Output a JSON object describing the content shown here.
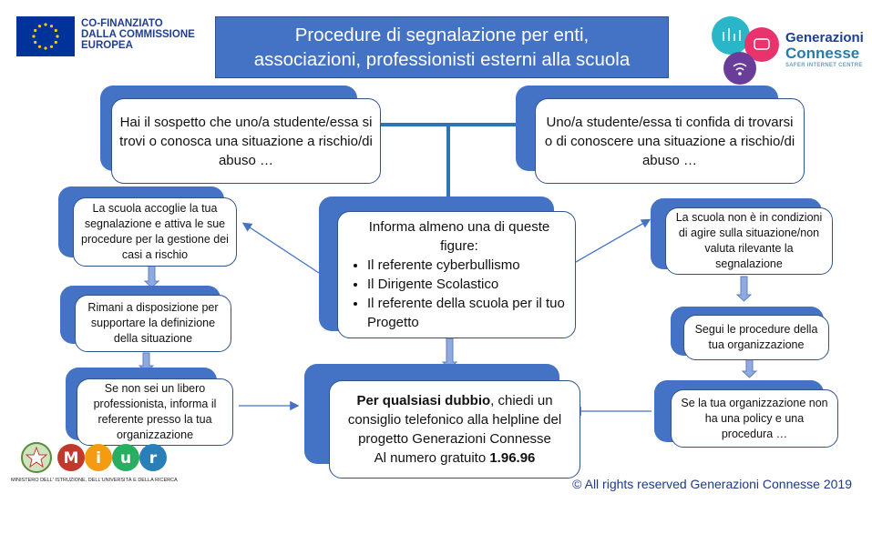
{
  "eu": {
    "lines": [
      "CO-FINANZIATO",
      "DALLA COMMISSIONE",
      "EUROPEA"
    ]
  },
  "title": {
    "line1": "Procedure di segnalazione per enti,",
    "line2": "associazioni, professionisti esterni alla scuola"
  },
  "logo": {
    "line1": "Generazioni",
    "line2": "Connesse",
    "line3": "SAFER INTERNET CENTRE"
  },
  "top_left": "Hai il sospetto che uno/a studente/essa si trovi o conosca una situazione a rischio/di abuso …",
  "top_right": "Uno/a studente/essa ti confida di trovarsi o di conoscere una situazione a rischio/di abuso …",
  "center": {
    "head": "Informa almeno una di queste figure:",
    "items": [
      "Il referente cyberbullismo",
      "Il Dirigente Scolastico",
      "Il referente della scuola per il tuo Progetto"
    ]
  },
  "left1": "La scuola accoglie la tua segnalazione e attiva le sue procedure per la gestione dei casi a rischio",
  "left2": "Rimani a disposizione per supportare la definizione della situazione",
  "left3": "Se non sei un libero professionista, informa il referente presso la tua organizzazione",
  "right1": "La scuola non è in condizioni di agire sulla situazione/non valuta rilevante la segnalazione",
  "right2": "Segui le procedure della tua organizzazione",
  "right3": "Se la tua organizzazione non ha una policy e una procedura …",
  "bottom": {
    "bold1": "Per qualsiasi dubbio",
    "text1": ", chiedi un consiglio telefonico alla helpline del progetto Generazioni Connesse",
    "text2": "Al numero gratuito ",
    "bold2": "1.96.96"
  },
  "footer": "© All rights reserved Generazioni Connesse 2019",
  "miur": {
    "caption": "MINISTERO DELL' ISTRUZIONE, DELL'UNIVERSITÀ E DELLA RICERCA",
    "letters": [
      "M",
      "i",
      "u",
      "r"
    ]
  },
  "colors": {
    "blue": "#4472c4",
    "dark_blue": "#2f528f",
    "arrow": "#8faadc"
  }
}
